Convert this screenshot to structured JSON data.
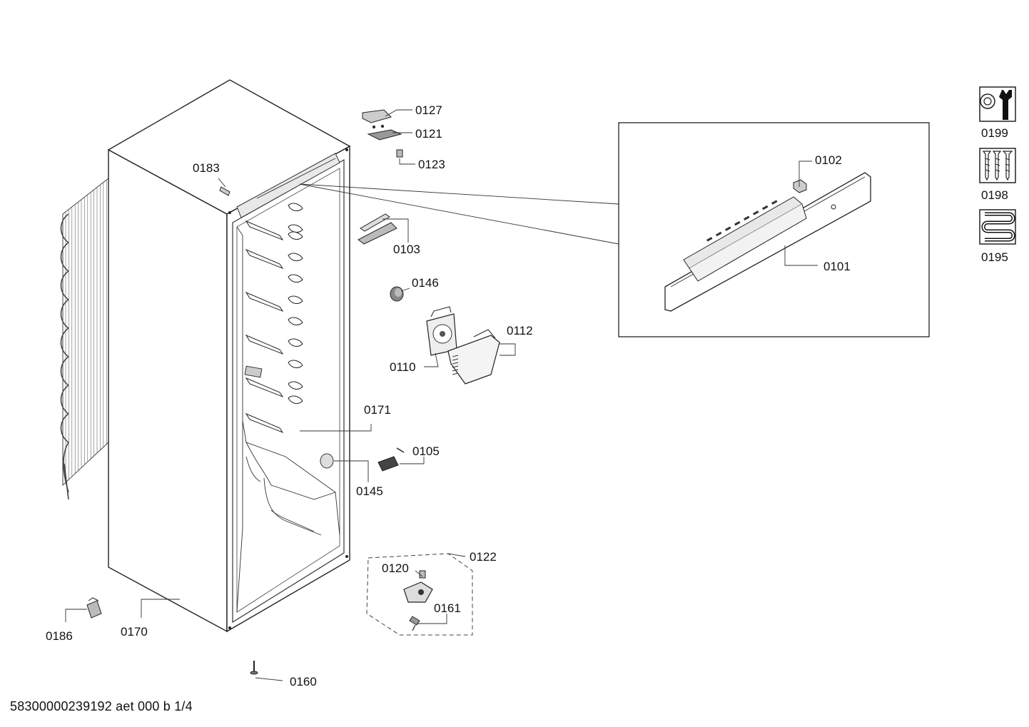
{
  "parts": {
    "p0127": "0127",
    "p0121": "0121",
    "p0123": "0123",
    "p0183": "0183",
    "p0102": "0102",
    "p0101": "0101",
    "p0103": "0103",
    "p0146": "0146",
    "p0112": "0112",
    "p0110": "0110",
    "p0171": "0171",
    "p0105": "0105",
    "p0145": "0145",
    "p0122": "0122",
    "p0120": "0120",
    "p0161": "0161",
    "p0186": "0186",
    "p0170": "0170",
    "p0160": "0160"
  },
  "legend": {
    "tools": "0199",
    "screws": "0198",
    "tubing": "0195"
  },
  "footer": "58300000239192 aet 000 b 1/4"
}
